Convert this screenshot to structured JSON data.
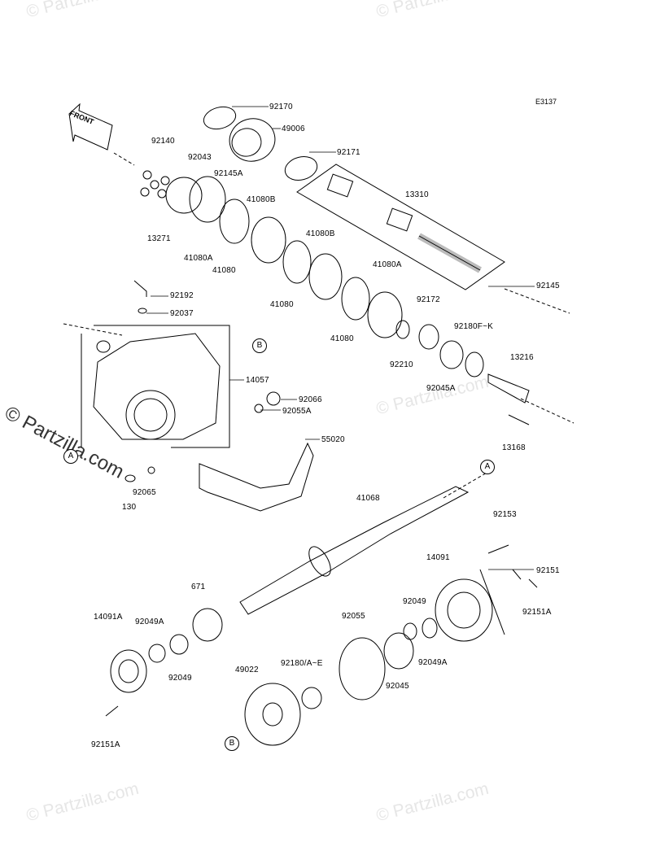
{
  "watermark": "© Partzilla.com",
  "diagram_code": "E3137",
  "front_label": "FRONT",
  "ref_markers": [
    "A",
    "B",
    "A",
    "B"
  ],
  "parts": [
    "92170",
    "49006",
    "92171",
    "92140",
    "92043",
    "92145A",
    "13271",
    "41080B",
    "41080A",
    "41080",
    "41080B",
    "41080",
    "13310",
    "41080A",
    "41080",
    "92192",
    "92037",
    "92145",
    "92172",
    "92180F~K",
    "92210",
    "13216",
    "92045A",
    "14057",
    "92066",
    "92055A",
    "13168",
    "55020",
    "92065",
    "130",
    "41068",
    "92153",
    "14091",
    "92151",
    "92151A",
    "671",
    "92055",
    "92049",
    "14091A",
    "92049A",
    "92049",
    "92049A",
    "92045",
    "49022",
    "92180/A~E",
    "92151A"
  ]
}
